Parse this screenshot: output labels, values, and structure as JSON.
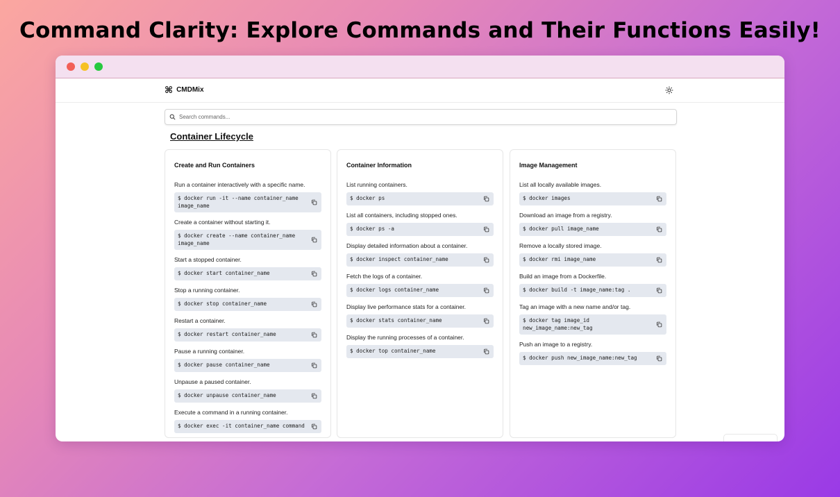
{
  "banner": "Command Clarity: Explore Commands and Their Functions Easily!",
  "app": {
    "name": "CMDMix"
  },
  "search": {
    "placeholder": "Search commands..."
  },
  "section": {
    "title": "Container Lifecycle"
  },
  "colors": {
    "accent_bg": "#e4e8ef",
    "chrome": "#f4e0f0"
  },
  "cards": [
    {
      "title": "Create and Run Containers",
      "entries": [
        {
          "desc": "Run a container interactively with a specific name.",
          "cmd": "$ docker run -it --name container_name image_name"
        },
        {
          "desc": "Create a container without starting it.",
          "cmd": "$ docker create --name container_name image_name"
        },
        {
          "desc": "Start a stopped container.",
          "cmd": "$ docker start container_name"
        },
        {
          "desc": "Stop a running container.",
          "cmd": "$ docker stop container_name"
        },
        {
          "desc": "Restart a container.",
          "cmd": "$ docker restart container_name"
        },
        {
          "desc": "Pause a running container.",
          "cmd": "$ docker pause container_name"
        },
        {
          "desc": "Unpause a paused container.",
          "cmd": "$ docker unpause container_name"
        },
        {
          "desc": "Execute a command in a running container.",
          "cmd": "$ docker exec -it container_name command"
        }
      ]
    },
    {
      "title": "Container Information",
      "entries": [
        {
          "desc": "List running containers.",
          "cmd": "$ docker ps"
        },
        {
          "desc": "List all containers, including stopped ones.",
          "cmd": "$ docker ps -a"
        },
        {
          "desc": "Display detailed information about a container.",
          "cmd": "$ docker inspect container_name"
        },
        {
          "desc": "Fetch the logs of a container.",
          "cmd": "$ docker logs container_name"
        },
        {
          "desc": "Display live performance stats for a container.",
          "cmd": "$ docker stats container_name"
        },
        {
          "desc": "Display the running processes of a container.",
          "cmd": "$ docker top container_name"
        }
      ]
    },
    {
      "title": "Image Management",
      "entries": [
        {
          "desc": "List all locally available images.",
          "cmd": "$ docker images"
        },
        {
          "desc": "Download an image from a registry.",
          "cmd": "$ docker pull image_name"
        },
        {
          "desc": "Remove a locally stored image.",
          "cmd": "$ docker rmi image_name"
        },
        {
          "desc": "Build an image from a Dockerfile.",
          "cmd": "$ docker build -t image_name:tag ."
        },
        {
          "desc": "Tag an image with a new name and/or tag.",
          "cmd": "$ docker tag image_id new_image_name:new_tag"
        },
        {
          "desc": "Push an image to a registry.",
          "cmd": "$ docker push new_image_name:new_tag"
        }
      ]
    }
  ]
}
